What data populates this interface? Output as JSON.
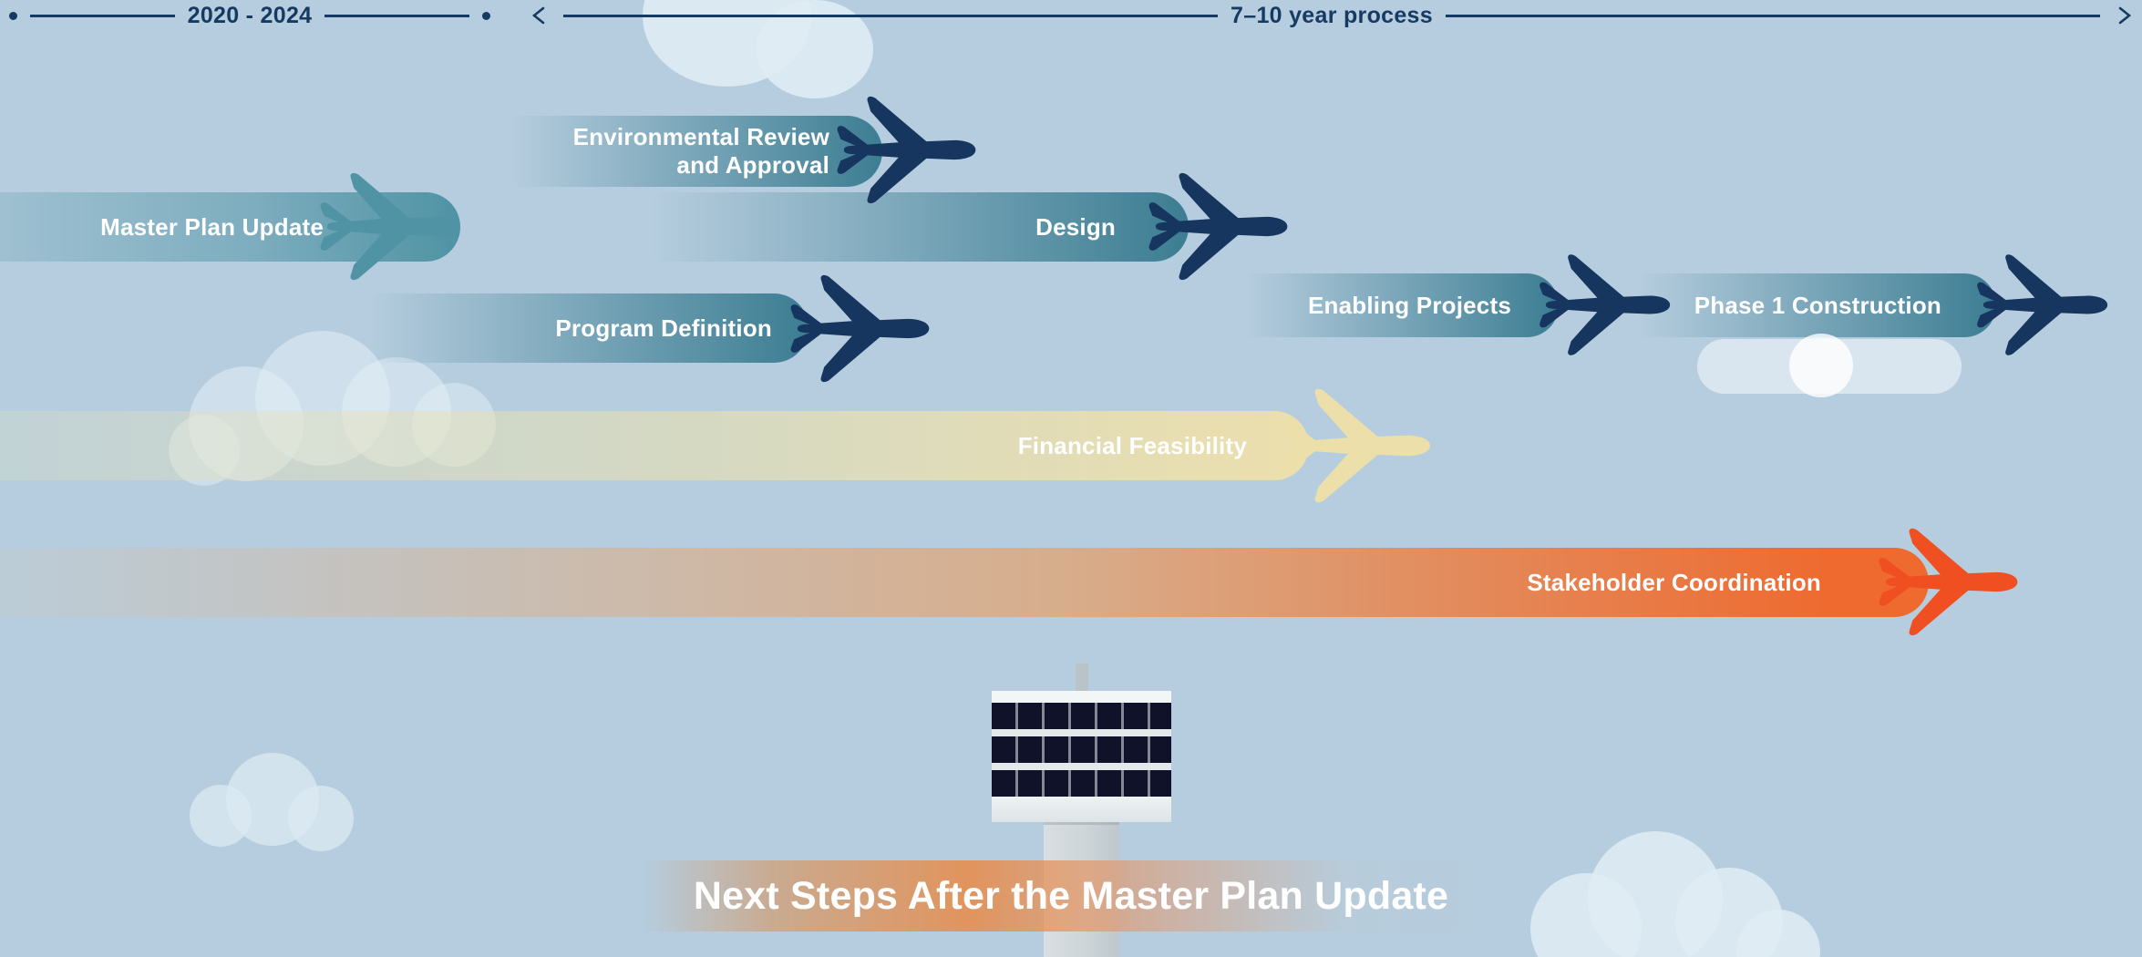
{
  "title": {
    "text": "Next Steps After the Master Plan Update"
  },
  "timeline": {
    "left_label": "2020 - 2024",
    "right_label": "7–10 year process"
  },
  "phases": [
    {
      "label": "Master Plan Update",
      "plane": "teal"
    },
    {
      "label": "Environmental Review and Approval",
      "label_line1": "Environmental Review",
      "label_line2": "and Approval",
      "plane": "navy"
    },
    {
      "label": "Program Definition",
      "plane": "navy"
    },
    {
      "label": "Design",
      "plane": "navy"
    },
    {
      "label": "Financial Feasibility",
      "plane": "cream"
    },
    {
      "label": "Enabling Projects",
      "plane": "navy"
    },
    {
      "label": "Phase 1 Construction",
      "plane": "navy"
    },
    {
      "label": "Stakeholder Coordination",
      "plane": "orange"
    }
  ],
  "colors": {
    "sky": "#b5cdde",
    "navy": "#16355f",
    "teal": "#4f93a4",
    "cream": "#eddfa9",
    "orange": "#f04f22",
    "trail-teal": "#3c7d92",
    "trail-cream": "#ecdfad",
    "trail-orange": "#ee6a2f",
    "timeline-text": "#173a63",
    "label-text": "#ffffff",
    "cloud": "#dfecf5",
    "tower-dark": "#101229",
    "tower-light": "#eef2f3"
  }
}
